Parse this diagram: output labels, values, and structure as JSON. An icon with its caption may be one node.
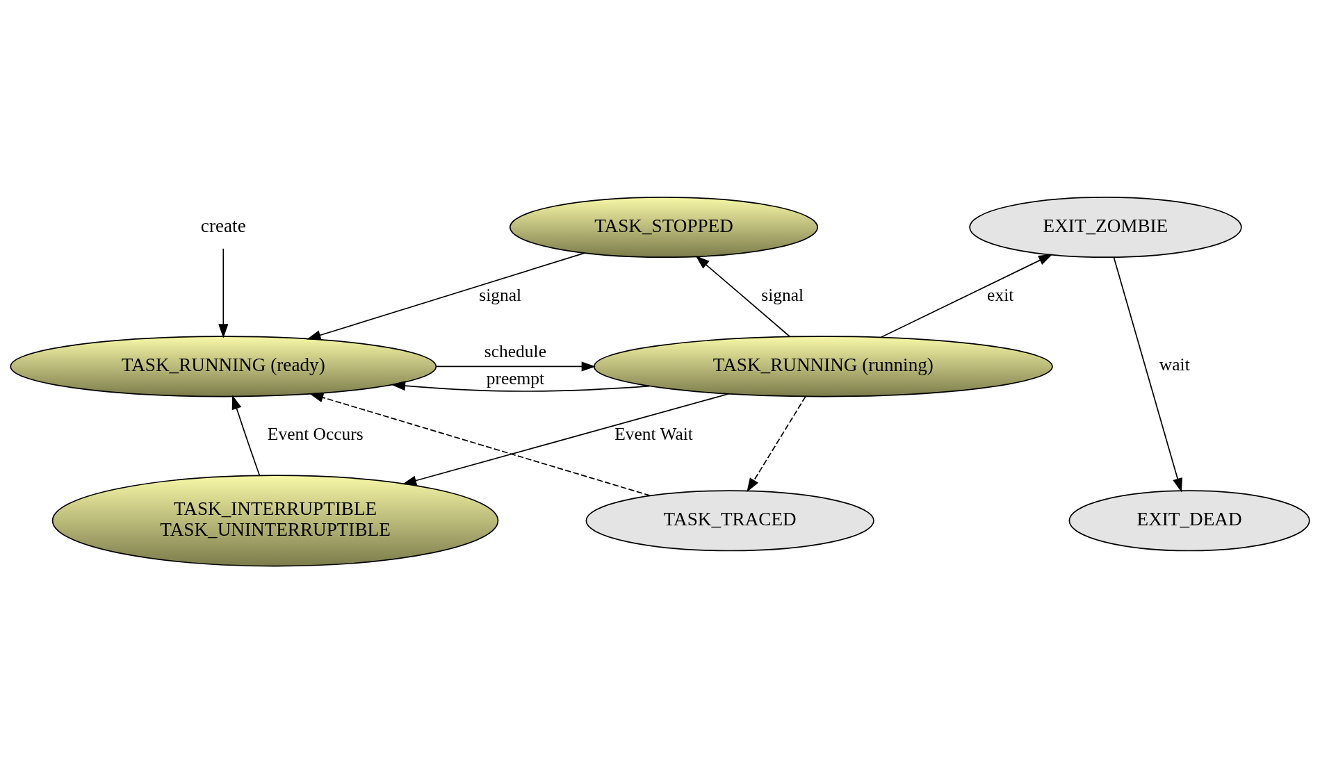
{
  "diagram": {
    "nodes": [
      {
        "text": [
          "TASK_STOPPED"
        ]
      },
      {
        "text": [
          "TASK_TRACED"
        ]
      },
      {
        "text": [
          "EXIT_ZOMBIE"
        ]
      },
      {
        "text": [
          "EXIT_DEAD"
        ]
      },
      {
        "text": [
          "TASK_RUNNING (ready)"
        ]
      },
      {
        "text": [
          "TASK_RUNNING (running)"
        ]
      },
      {
        "text": [
          "TASK_INTERRUPTIBLE",
          "TASK_UNINTERRUPTIBLE"
        ]
      },
      {
        "text": [
          "create"
        ]
      }
    ],
    "edges": [
      {
        "from": 7,
        "to": 4,
        "arrow": "to"
      },
      {
        "from": 0,
        "to": 4,
        "arrow": "to",
        "label": "signal"
      },
      {
        "from": 1,
        "to": 4,
        "arrow": "to",
        "style": "dashed"
      },
      {
        "from": 5,
        "to": 0,
        "arrow": "to",
        "label": "signal"
      },
      {
        "from": 5,
        "to": 1,
        "arrow": "to",
        "style": "dashed"
      },
      {
        "from": 5,
        "to": 2,
        "arrow": "to",
        "label": "exit"
      },
      {
        "from": 2,
        "to": 3,
        "arrow": "to",
        "label": "wait"
      },
      {
        "from": 4,
        "to": 5,
        "arrow": "to",
        "label": "schedule"
      },
      {
        "from": 5,
        "to": 4,
        "arrow": "to",
        "label": "preempt"
      },
      {
        "from": 6,
        "to": 4,
        "arrow": "to",
        "label": "Event Occurs"
      },
      {
        "from": 5,
        "to": 6,
        "arrow": "to",
        "label": "Event Wait"
      }
    ]
  }
}
